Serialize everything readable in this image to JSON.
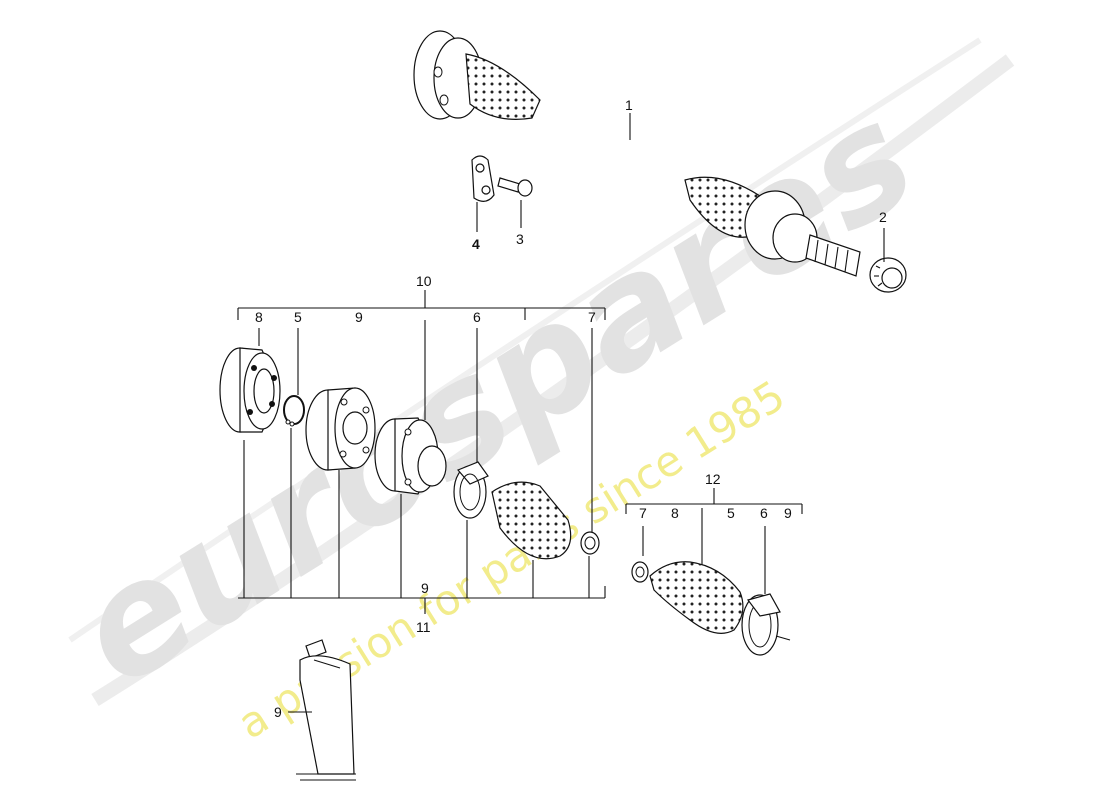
{
  "watermark": {
    "brand": "eurospares",
    "tagline": "a passion for parts since 1985",
    "brand_color": "#e2e2e2",
    "tagline_color": "#f2ec8c"
  },
  "callouts": {
    "n1": "1",
    "n2": "2",
    "n3": "3",
    "n4": "4",
    "kit10": "10",
    "kit10_8": "8",
    "kit10_5": "5",
    "kit10_9": "9",
    "kit10_6": "6",
    "kit10_7": "7",
    "bottom9": "9",
    "bottom11": "11",
    "kit12": "12",
    "kit12_7": "7",
    "kit12_8": "8",
    "kit12_5": "5",
    "kit12_6": "6",
    "kit12_9": "9",
    "tube9": "9"
  }
}
